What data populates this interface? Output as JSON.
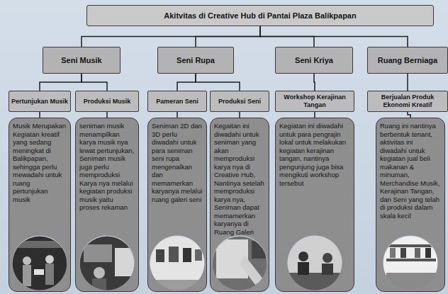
{
  "diagram": {
    "nodes": [
      {
        "text": [
          "Akitvitas di Creative Hub di Pantai Plaza Balikpapan"
        ]
      },
      {
        "text": [
          "Seni Musik"
        ]
      },
      {
        "text": [
          "Seni Rupa"
        ]
      },
      {
        "text": [
          "Seni Kriya"
        ]
      },
      {
        "text": [
          "Ruang Berniaga"
        ]
      },
      {
        "text": [
          "Pertunjukan Musik"
        ]
      },
      {
        "text": [
          "Produksi Musik"
        ]
      },
      {
        "text": [
          "Pameran Seni"
        ]
      },
      {
        "text": [
          "Produksi Seni"
        ]
      },
      {
        "text": [
          "Workshop Kerajinan Tangan"
        ]
      },
      {
        "text": [
          "Berjualan Produk Ekonomi Kreatif"
        ]
      },
      {
        "text": [
          "Musik Merupakan Kegiatan kreatif yang sedang meningkat di Balikpapan, sehingga perlu mewadahi untuk ruang pertunjukan musik"
        ]
      },
      {
        "text": [
          "seniman musik menampilkan karya musik nya lewat pertunjukan, Seniman musik juga perlu memproduksi Karya nya melalui kegiatan produksi musik yaitu proses rekaman"
        ]
      },
      {
        "text": [
          "Seniman 2D dan 3D perlu diwadahi untuk para seniman seni rupa mengenalkan dan memamerkan karyanya melalui ruang galeri seni"
        ]
      },
      {
        "text": [
          "Kegaitan ini diwadahi untuk seniman yang akan memproduksi karya nya di Creative Hub, Nantinya setelah memproduksi karya nya, Seniman dapat memamerkan karyanya di Ruang Galeri"
        ]
      },
      {
        "text": [
          "Kegiatan ini diwadahi untuk para pengrajin lokal untuk melakukan kegiatan kerajinan tangan, nantinya pengunjung juga bisa mengikuti workshop tersebut"
        ]
      },
      {
        "text": [
          "Ruang ini nantinya berbentuk tenant, aktivitas ini diwadahi untuk kegiatan jual beli makanan & minuman, Merchandise Musik, Kerajinan Tangan, dan Seni yang telah di produksi dalam skala kecil"
        ]
      }
    ],
    "edges": [
      {
        "from": 0,
        "to": 1,
        "arrow": "none"
      },
      {
        "from": 0,
        "to": 2,
        "arrow": "none"
      },
      {
        "from": 0,
        "to": 3,
        "arrow": "none"
      },
      {
        "from": 0,
        "to": 4,
        "arrow": "none"
      },
      {
        "from": 1,
        "to": 5,
        "arrow": "none"
      },
      {
        "from": 1,
        "to": 6,
        "arrow": "none"
      },
      {
        "from": 2,
        "to": 7,
        "arrow": "none"
      },
      {
        "from": 2,
        "to": 8,
        "arrow": "none"
      },
      {
        "from": 3,
        "to": 9,
        "arrow": "none"
      },
      {
        "from": 4,
        "to": 10,
        "arrow": "none"
      },
      {
        "from": 5,
        "to": 11,
        "arrow": "none"
      },
      {
        "from": 6,
        "to": 12,
        "arrow": "none"
      },
      {
        "from": 7,
        "to": 13,
        "arrow": "none"
      },
      {
        "from": 8,
        "to": 14,
        "arrow": "none"
      },
      {
        "from": 9,
        "to": 15,
        "arrow": "none"
      },
      {
        "from": 10,
        "to": 16,
        "arrow": "none"
      }
    ]
  }
}
